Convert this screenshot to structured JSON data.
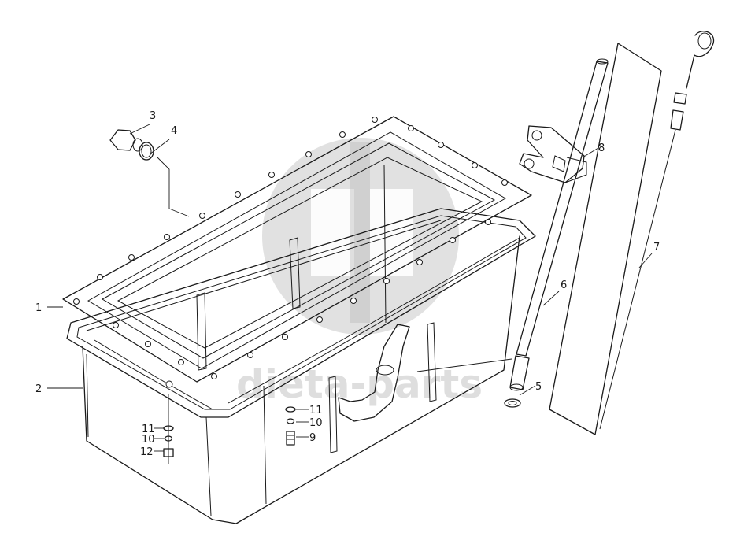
{
  "watermark": {
    "text": "dieta-parts",
    "logo_name": "gd-logo-watermark"
  },
  "callouts": [
    {
      "id": "1",
      "label": "1"
    },
    {
      "id": "2",
      "label": "2"
    },
    {
      "id": "3",
      "label": "3"
    },
    {
      "id": "4",
      "label": "4"
    },
    {
      "id": "5",
      "label": "5"
    },
    {
      "id": "6",
      "label": "6"
    },
    {
      "id": "7",
      "label": "7"
    },
    {
      "id": "8",
      "label": "8"
    },
    {
      "id": "9",
      "label": "9"
    },
    {
      "id": "10a",
      "label": "10"
    },
    {
      "id": "10b",
      "label": "10"
    },
    {
      "id": "11a",
      "label": "11"
    },
    {
      "id": "11b",
      "label": "11"
    },
    {
      "id": "12",
      "label": "12"
    }
  ]
}
